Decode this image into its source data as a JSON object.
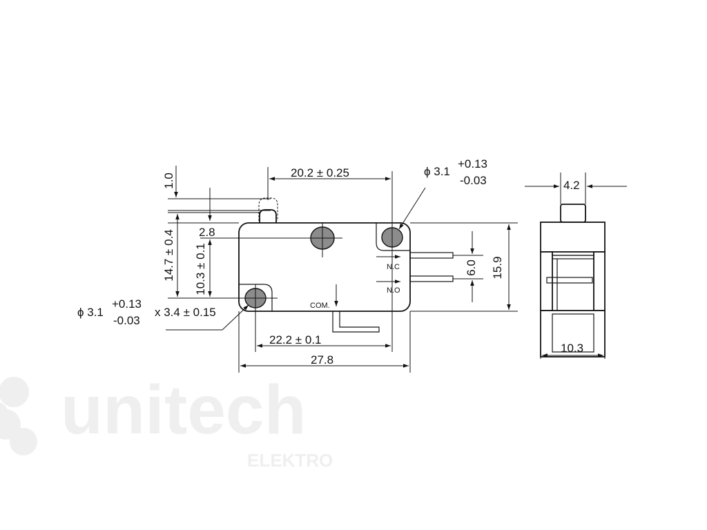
{
  "watermark": {
    "brand": "unitech",
    "sub": "ELEKTRO"
  },
  "dimensions": {
    "lever_thickness": "1.0",
    "lever_gap": "2.8",
    "overall_height": "14.7 ± 0.4",
    "hole_spacing_vertical": "10.3 ± 0.1",
    "hole_spacing_top": "20.2 ± 0.25",
    "hole_spacing_bottom": "22.2 ± 0.1",
    "overall_length": "27.8",
    "terminal_pitch": "6.0",
    "body_height": "15.9",
    "top_hole_diameter": "ϕ 3.1",
    "top_hole_tol_plus": "+0.13",
    "top_hole_tol_minus": "-0.03",
    "bottom_hole_diameter": "ϕ 3.1",
    "bottom_hole_tol_plus": "+0.13",
    "bottom_hole_tol_minus": "-0.03",
    "bottom_hole_slot": "x 3.4 ± 0.15",
    "side_plunger_width": "4.2",
    "side_body_width": "10.3"
  },
  "terminals": {
    "nc": "N.C",
    "no": "N.O",
    "com": "COM."
  },
  "colors": {
    "hole_fill": "#8c8c8c",
    "line": "#111111",
    "watermark": "#efefef"
  }
}
